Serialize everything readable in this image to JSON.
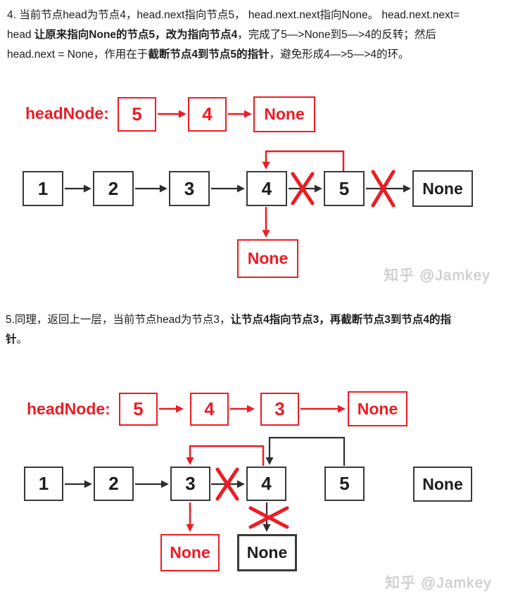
{
  "colors": {
    "red": "#ed1c24",
    "black": "#2e2e2e",
    "box_border": "#3a3a3a",
    "watermark": "#cbcbcb",
    "text": "#1d1d1d"
  },
  "watermark_text": "知乎 @Jamkey",
  "step4": {
    "paragraph_lines": [
      [
        {
          "t": "4. 当前节点head为节点4，head.next指向节点5， head.next.next指向None。 head.next.next=",
          "b": false
        }
      ],
      [
        {
          "t": "head ",
          "b": false
        },
        {
          "t": "让原来指向None的节点5，改为指向节点4",
          "b": true
        },
        {
          "t": "，完成了5—>None到5—>4的反转；然后",
          "b": false
        }
      ],
      [
        {
          "t": "head.next = None，作用在于",
          "b": false
        },
        {
          "t": "截断节点4到节点5的指针",
          "b": true
        },
        {
          "t": "，避免形成4—>5—>4的环。",
          "b": false
        }
      ]
    ],
    "headnode": {
      "label": "headNode:",
      "nodes": [
        "5",
        "4",
        "None"
      ]
    },
    "list": {
      "nodes": [
        "1",
        "2",
        "3",
        "4",
        "5",
        "None"
      ],
      "none_below_4": "None"
    }
  },
  "step5": {
    "paragraph_lines": [
      [
        {
          "t": "5.同理，返回上一层，当前节点head为节点3，",
          "b": false
        },
        {
          "t": "让节点4指向节点3，再截断节点3到节点4的指",
          "b": true
        }
      ],
      [
        {
          "t": "针",
          "b": true
        },
        {
          "t": "。",
          "b": false
        }
      ]
    ],
    "headnode": {
      "label": "headNode:",
      "nodes": [
        "5",
        "4",
        "3",
        "None"
      ]
    },
    "list": {
      "nodes": [
        "1",
        "2",
        "3",
        "4",
        "5",
        "None"
      ],
      "red_none_below_3": "None",
      "black_none_below_4": "None"
    }
  }
}
